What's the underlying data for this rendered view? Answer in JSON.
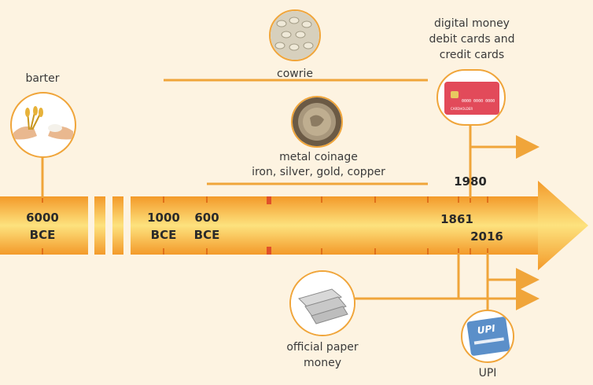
{
  "labels": {
    "barter": "barter",
    "cowrie": "cowrie",
    "digital_money": [
      "digital money",
      "debit cards and",
      "credit cards"
    ],
    "metal_coinage": [
      "metal coinage",
      "iron, silver, gold, copper"
    ],
    "paper_money": [
      "official paper",
      "money"
    ],
    "upi": "UPI"
  },
  "years": {
    "y6000": [
      "6000",
      "BCE"
    ],
    "y1000": [
      "1000",
      "BCE"
    ],
    "y600": [
      "600",
      "BCE"
    ],
    "y1861": "1861",
    "y1980": "1980",
    "y2016": "2016"
  },
  "card_text": [
    "0000 0000 0000",
    "CARDHOLDER"
  ],
  "upi_text": "UPI",
  "colors": {
    "arrow_light": "#fde08a",
    "arrow_dark": "#f08a1c",
    "line": "#f0a53a",
    "background": "#fdf3e1"
  }
}
